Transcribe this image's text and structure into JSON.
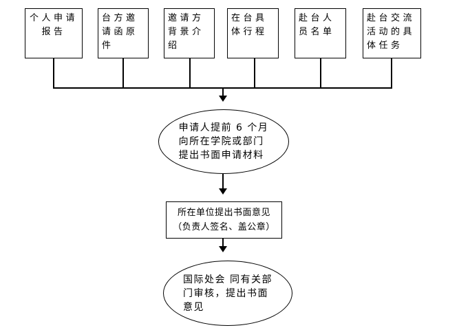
{
  "diagram": {
    "background": "#ffffff",
    "stroke_color": "#000000",
    "text_color": "#000000",
    "materials": [
      {
        "lines": [
          "个人申请",
          "报告"
        ]
      },
      {
        "lines": [
          "台方邀",
          "请函原",
          "件"
        ]
      },
      {
        "lines": [
          "邀请方",
          "背景介",
          "绍"
        ]
      },
      {
        "lines": [
          "在台具",
          "体行程"
        ]
      },
      {
        "lines": [
          "赴台人",
          "员名单"
        ]
      },
      {
        "lines": [
          "赴台交流",
          "活动的具",
          "体任务"
        ]
      }
    ],
    "steps": [
      {
        "shape": "ellipse",
        "lines": [
          "申请人提前 6 个月",
          "向所在学院或部门",
          "提出书面申请材料"
        ]
      },
      {
        "shape": "rect",
        "lines": [
          "所在单位提出书面意见",
          "（负责人签名、盖公章）"
        ]
      },
      {
        "shape": "ellipse",
        "lines": [
          "国际处会 同有关部",
          "门审核，提出书面",
          "意见"
        ]
      }
    ]
  }
}
